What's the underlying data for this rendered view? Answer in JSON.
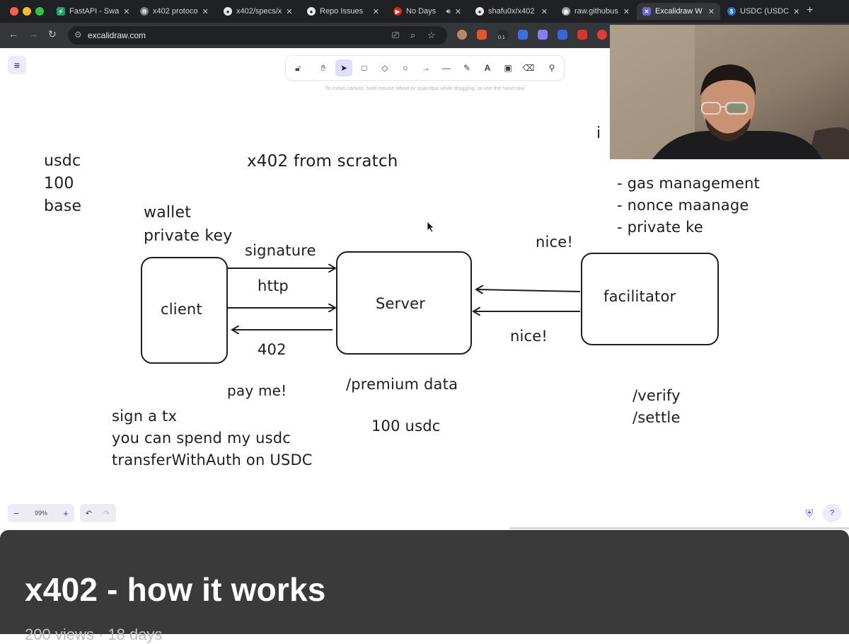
{
  "browser": {
    "tabs": [
      {
        "title": "FastAPI - Swa",
        "favicon": "fastapi-icon",
        "color": "#0f9f8a"
      },
      {
        "title": "x402 protoco",
        "favicon": "gear-icon",
        "color": "#7b7d82"
      },
      {
        "title": "x402/specs/x",
        "favicon": "github-icon",
        "color": "#e8e8e8"
      },
      {
        "title": "Repo Issues",
        "favicon": "github-icon",
        "color": "#e8e8e8"
      },
      {
        "title": "No Days",
        "favicon": "youtube-icon",
        "color": "#e62117"
      },
      {
        "title": "shafu0x/x402",
        "favicon": "github-icon",
        "color": "#e8e8e8"
      },
      {
        "title": "raw.githubus",
        "favicon": "globe-icon",
        "color": "#9aa0a6"
      },
      {
        "title": "Excalidraw W",
        "favicon": "excalidraw-icon",
        "color": "#6965db"
      },
      {
        "title": "USDC (USDC",
        "favicon": "usdc-icon",
        "color": "#2775ca"
      }
    ],
    "url": "excalidraw.com",
    "extension_badge": "0.1"
  },
  "excalidraw": {
    "hint": "To move canvas, hold mouse wheel or spacebar while dragging, or use the hand tool",
    "zoom": "99%",
    "tools": [
      {
        "name": "lock",
        "glyph": "🔓︎",
        "key": ""
      },
      {
        "name": "hand",
        "glyph": "✋︎",
        "key": ""
      },
      {
        "name": "selection",
        "glyph": "➤",
        "key": "1"
      },
      {
        "name": "rectangle",
        "glyph": "□",
        "key": "2"
      },
      {
        "name": "diamond",
        "glyph": "◇",
        "key": "3"
      },
      {
        "name": "ellipse",
        "glyph": "○",
        "key": "4"
      },
      {
        "name": "arrow",
        "glyph": "→",
        "key": "5"
      },
      {
        "name": "line",
        "glyph": "—",
        "key": "6"
      },
      {
        "name": "draw",
        "glyph": "✎",
        "key": "7"
      },
      {
        "name": "text",
        "glyph": "A",
        "key": "8"
      },
      {
        "name": "image",
        "glyph": "▣",
        "key": "9"
      },
      {
        "name": "eraser",
        "glyph": "⌫",
        "key": "0"
      },
      {
        "name": "more-tools",
        "glyph": "⚲",
        "key": ""
      }
    ],
    "canvas": {
      "usdc_note": [
        "usdc",
        "100",
        "base"
      ],
      "title": "x402 from scratch",
      "wallet_note": [
        "wallet",
        "private key"
      ],
      "signature_label": "signature",
      "http_label": "http",
      "code_402": "402",
      "client_box": "client",
      "server_box": "Server",
      "facilitator_box": "facilitator",
      "nice_top": "nice!",
      "nice_bottom": "nice!",
      "pay_me": "pay me!",
      "premium_data": "/premium data",
      "usdc_amount": "100 usdc",
      "sign_notes": [
        "sign a tx",
        "you can spend my usdc",
        "transferWithAuth on USDC"
      ],
      "facilitator_list": [
        "- gas management",
        "- nonce maanage",
        "- private ke"
      ],
      "endpoints": [
        "/verify",
        "/settle"
      ],
      "partial_text": "i"
    }
  },
  "video": {
    "title": "x402 - how it works",
    "subtitle": "200 views · 18 days"
  }
}
